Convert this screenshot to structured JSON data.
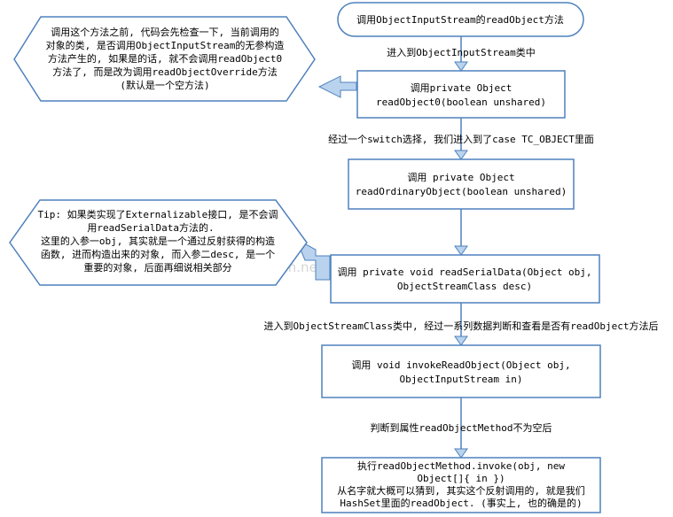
{
  "start_node": "调用ObjectInputStream的readObject方法",
  "edges": {
    "e1": "进入到ObjectInputStream类中",
    "e2": "经过一个switch选择, 我们进入到了case TC_OBJECT里面",
    "e4": "进入到ObjectStreamClass类中, 经过一系列数据判断和查看是否有readObject方法后",
    "e5": "判断到属性readObjectMethod不为空后"
  },
  "boxes": {
    "b1": [
      "调用private Object",
      "readObject0(boolean unshared)"
    ],
    "b2": [
      "调用 private Object",
      "readOrdinaryObject(boolean unshared)"
    ],
    "b3": [
      "调用 private void readSerialData(Object obj,",
      "ObjectStreamClass desc)"
    ],
    "b4": [
      "调用 void invokeReadObject(Object obj,",
      "ObjectInputStream in)"
    ],
    "b5": [
      "执行readObjectMethod.invoke(obj, new",
      "Object[]{ in })",
      "从名字就大概可以猜到, 其实这个反射调用的, 就是我们",
      "HashSet里面的readObject. (事实上, 也的确是的)"
    ]
  },
  "callouts": {
    "c1": [
      "调用这个方法之前, 代码会先检查一下, 当前调用的",
      "对象的类, 是否调用ObjectInputStream的无参构造",
      "方法产生的, 如果是的话, 就不会调用readObject0",
      "方法了, 而是改为调用readObjectOverride方法",
      "(默认是一个空方法)"
    ],
    "c2": [
      "Tip: 如果类实现了Externalizable接口, 是不会调",
      "用readSerialData方法的.",
      "这里的入参一obj, 其实就是一个通过反射获得的构造",
      "函数, 进而构造出来的对象, 而入参二desc, 是一个",
      "重要的对象, 后面再细说相关部分"
    ]
  },
  "watermark": "http://blog.csdn.net/u011052047",
  "colors": {
    "node_stroke": "#4f81bd",
    "arrow_fill": "#b9d3ee",
    "arrow_stroke": "#4f81bd"
  }
}
